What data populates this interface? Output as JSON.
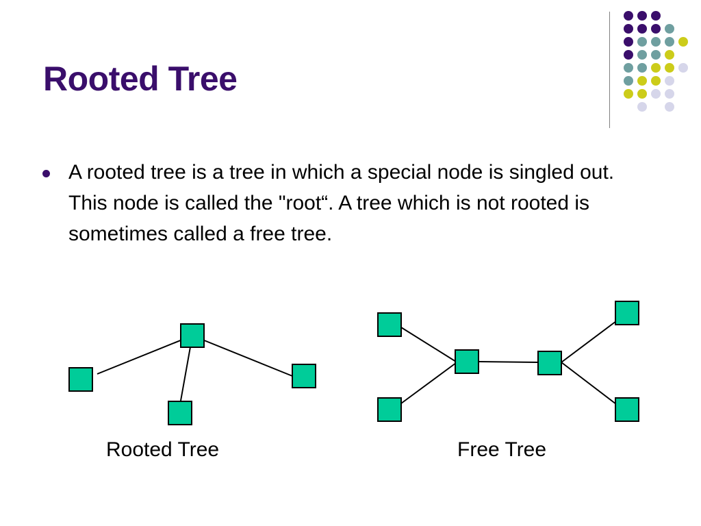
{
  "slide": {
    "title": "Rooted Tree",
    "bullets": [
      "A rooted tree is a tree in which a special node is singled out. This node is called the \"root“. A tree which is not rooted is sometimes called a free tree."
    ]
  },
  "diagrams": {
    "rooted": {
      "caption": "Rooted Tree",
      "root": "root",
      "nodes": [
        "root",
        "left",
        "middle",
        "right"
      ],
      "edges": [
        [
          "root",
          "left"
        ],
        [
          "root",
          "middle"
        ],
        [
          "root",
          "right"
        ]
      ]
    },
    "free": {
      "caption": "Free Tree",
      "nodes": [
        "a",
        "b",
        "c",
        "d",
        "e",
        "f"
      ],
      "edges": [
        [
          "a",
          "c"
        ],
        [
          "b",
          "c"
        ],
        [
          "c",
          "d"
        ],
        [
          "d",
          "e"
        ],
        [
          "d",
          "f"
        ]
      ]
    }
  },
  "colors": {
    "title": "#3a0e6b",
    "node_fill": "#00cc99",
    "node_stroke": "#000000",
    "decor_purple": "#3a0e6b",
    "decor_teal": "#6f9fa0",
    "decor_yellow": "#cccc1a",
    "decor_lavender": "#d6d6ea"
  }
}
